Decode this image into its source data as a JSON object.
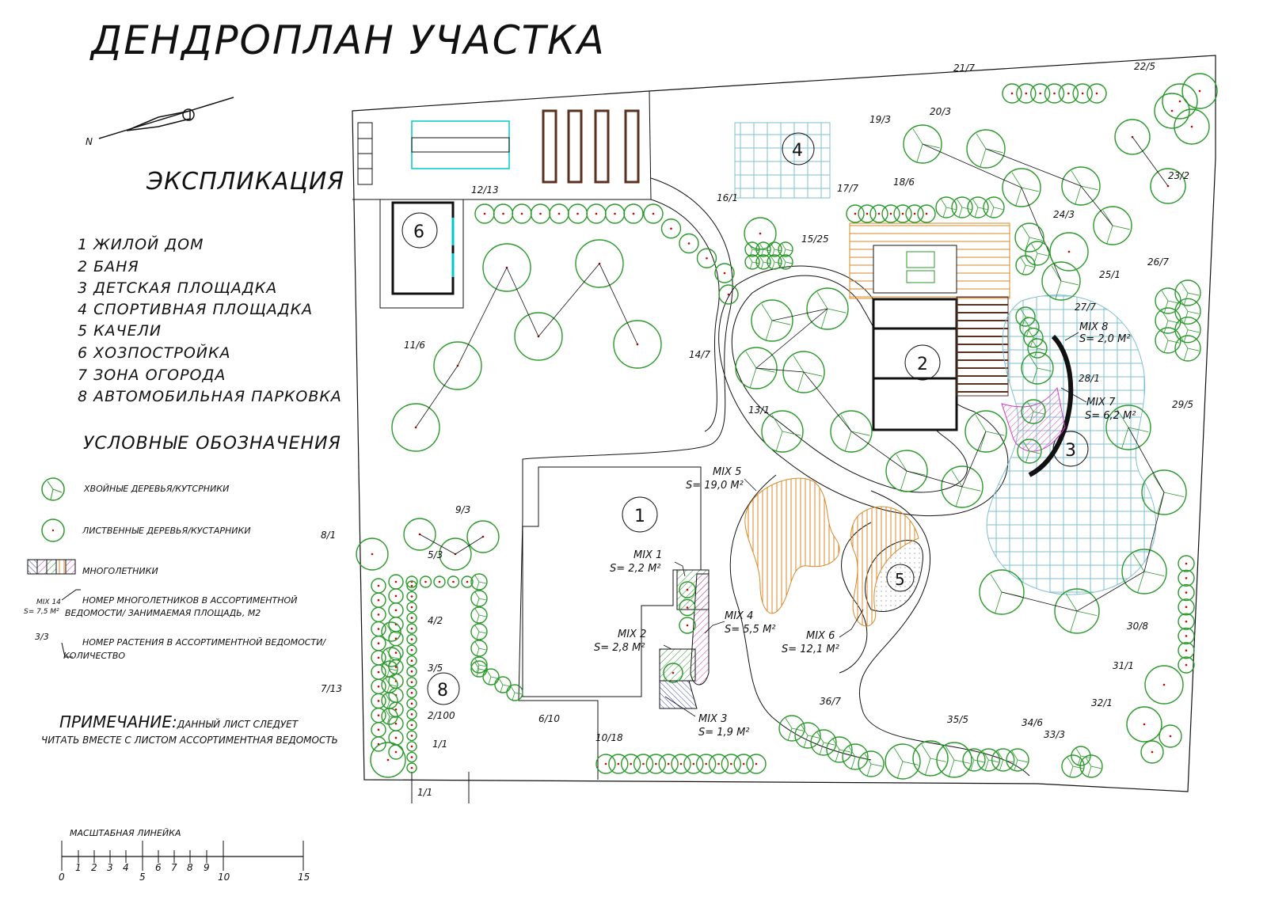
{
  "title": "ДЕНДРОПЛАН УЧАСТКА",
  "compass": "N",
  "explication": {
    "title": "ЭКСПЛИКАЦИЯ",
    "items": [
      "1 ЖИЛОЙ ДОМ",
      "2 БАНЯ",
      "3 ДЕТСКАЯ ПЛОЩАДКА",
      "4 СПОРТИВНАЯ ПЛОЩАДКА",
      "5 КАЧЕЛИ",
      "6 ХОЗПОСТРОЙКА",
      "7 ЗОНА ОГОРОДА",
      "8 АВТОМОБИЛЬНАЯ ПАРКОВКА"
    ]
  },
  "legend": {
    "title": "УСЛОВНЫЕ ОБОЗНАЧЕНИЯ",
    "coniferous": "ХВОЙНЫЕ ДЕРЕВЬЯ/КУТСРНИКИ",
    "deciduous": "ЛИСТВЕННЫЕ ДЕРЕВЬЯ/КУСТАРНИКИ",
    "perennials": "МНОГОЛЕТНИКИ",
    "mix_example": "MIX 14",
    "mix_example_area": "S= 7,5 M²",
    "mix_desc_1": "НОМЕР МНОГОЛЕТНИКОВ В АССОРТИМЕНТНОЙ",
    "mix_desc_2": "ВЕДОМОСТИ/ ЗАНИМАЕМАЯ ПЛОЩАДЬ, М2",
    "plant_example": "3/3",
    "plant_desc_1": "НОМЕР РАСТЕНИЯ В АССОРТИМЕНТНОЙ ВЕДОМОСТИ/",
    "plant_desc_2": "КОЛИЧЕСТВО"
  },
  "note": {
    "label": "ПРИМЕЧАНИЕ:",
    "text1": "ДАННЫЙ ЛИСТ СЛЕДУЕТ",
    "text2": "ЧИТАТЬ ВМЕСТЕ С ЛИСТОМ АССОРТИМЕНТНАЯ ВЕДОМОСТЬ"
  },
  "scale": {
    "title": "МАСШТАБНАЯ ЛИНЕЙКА",
    "ticks": [
      "0",
      "1",
      "2",
      "3",
      "4",
      "5",
      "6",
      "7",
      "8",
      "9",
      "10",
      "15"
    ]
  },
  "zones": [
    "1",
    "2",
    "3",
    "4",
    "5",
    "6",
    "8"
  ],
  "plant_labels": [
    "1/1",
    "1/1",
    "2/100",
    "3/5",
    "4/2",
    "5/3",
    "6/10",
    "7/13",
    "8/1",
    "9/3",
    "10/18",
    "11/6",
    "12/13",
    "13/1",
    "14/7",
    "15/25",
    "16/1",
    "17/7",
    "18/6",
    "19/3",
    "20/3",
    "21/7",
    "22/5",
    "23/2",
    "24/3",
    "25/1",
    "26/7",
    "27/7",
    "28/1",
    "29/5",
    "30/8",
    "31/1",
    "32/1",
    "33/3",
    "34/6",
    "35/5",
    "36/7"
  ],
  "mixes": [
    {
      "name": "MIX 1",
      "area": "S= 2,2 M²"
    },
    {
      "name": "MIX 2",
      "area": "S= 2,8 M²"
    },
    {
      "name": "MIX 3",
      "area": "S= 1,9 M²"
    },
    {
      "name": "MIX 4",
      "area": "S= 5,5 M²"
    },
    {
      "name": "MIX 5",
      "area": "S= 19,0 M²"
    },
    {
      "name": "MIX 6",
      "area": "S= 12,1 M²"
    },
    {
      "name": "MIX 7",
      "area": "S= 6,2 M²"
    },
    {
      "name": "MIX 8",
      "area": "S= 2,0 M²"
    }
  ],
  "colors": {
    "tree": "#2a9a2a",
    "pool_grid": "#7fbfcf",
    "hatch_orange": "#d98a2a",
    "hatch_pink": "#d040c0",
    "bed_brown": "#5a3020",
    "garden_teal": "#00c8c8"
  }
}
